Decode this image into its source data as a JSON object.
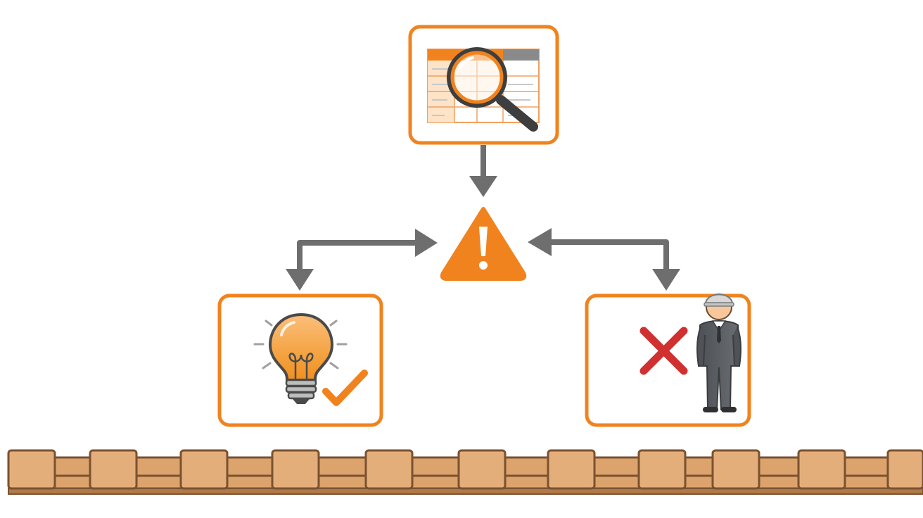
{
  "diagram": {
    "nodes": {
      "top": {
        "icon": "table-with-magnifier-icon"
      },
      "center": {
        "icon": "warning-triangle-icon"
      },
      "left": {
        "icons": [
          "lightbulb-icon",
          "checkmark-icon"
        ]
      },
      "right": {
        "icons": [
          "red-x-icon",
          "worker-person-icon"
        ]
      }
    },
    "edges": [
      {
        "from": "top",
        "to": "center",
        "style": "arrow"
      },
      {
        "from": "left",
        "to": "center",
        "style": "bidirectional-arrow"
      },
      {
        "from": "right",
        "to": "center",
        "style": "bidirectional-arrow"
      }
    ],
    "base": {
      "icon": "conveyor-base",
      "blocks": 11
    }
  },
  "colors": {
    "accent": "#f0831e",
    "arrow": "#6e6e6e",
    "wood": "#d9a06a",
    "wood_edge": "#7a5230",
    "cross": "#d03030",
    "person": "#55595e"
  }
}
